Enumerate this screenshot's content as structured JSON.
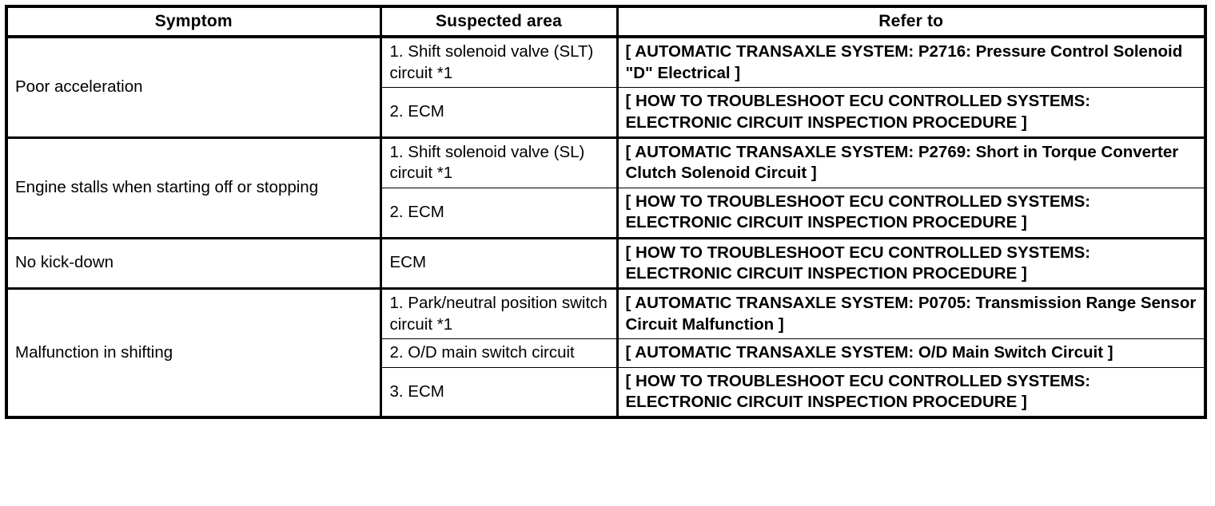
{
  "table": {
    "headers": {
      "symptom": "Symptom",
      "suspected_area": "Suspected area",
      "refer_to": "Refer to"
    },
    "groups": [
      {
        "symptom": "Poor acceleration",
        "rows": [
          {
            "suspected_area": "1. Shift solenoid valve (SLT) circuit *1",
            "refer_to": "[ AUTOMATIC TRANSAXLE SYSTEM: P2716: Pressure Control Solenoid \"D\" Electrical ]"
          },
          {
            "suspected_area": "2. ECM",
            "refer_to": "[ HOW TO TROUBLESHOOT ECU CONTROLLED SYSTEMS: ELECTRONIC CIRCUIT INSPECTION PROCEDURE ]"
          }
        ]
      },
      {
        "symptom": "Engine stalls when starting off or stopping",
        "rows": [
          {
            "suspected_area": "1. Shift solenoid valve (SL) circuit *1",
            "refer_to": "[ AUTOMATIC TRANSAXLE SYSTEM: P2769: Short in Torque Converter Clutch Solenoid Circuit ]"
          },
          {
            "suspected_area": "2. ECM",
            "refer_to": "[ HOW TO TROUBLESHOOT ECU CONTROLLED SYSTEMS: ELECTRONIC CIRCUIT INSPECTION PROCEDURE ]"
          }
        ]
      },
      {
        "symptom": "No kick-down",
        "rows": [
          {
            "suspected_area": "ECM",
            "refer_to": "[ HOW TO TROUBLESHOOT ECU CONTROLLED SYSTEMS: ELECTRONIC CIRCUIT INSPECTION PROCEDURE ]"
          }
        ]
      },
      {
        "symptom": "Malfunction in shifting",
        "rows": [
          {
            "suspected_area": "1. Park/neutral position switch circuit *1",
            "refer_to": "[ AUTOMATIC TRANSAXLE SYSTEM: P0705: Transmission Range Sensor Circuit Malfunction ]"
          },
          {
            "suspected_area": "2. O/D main switch circuit",
            "refer_to": "[ AUTOMATIC TRANSAXLE SYSTEM: O/D Main Switch Circuit ]"
          },
          {
            "suspected_area": "3. ECM",
            "refer_to": "[ HOW TO TROUBLESHOOT ECU CONTROLLED SYSTEMS: ELECTRONIC CIRCUIT INSPECTION PROCEDURE ]"
          }
        ]
      }
    ]
  },
  "colors": {
    "rule": "#000000",
    "background": "#ffffff",
    "text": "#000000"
  }
}
